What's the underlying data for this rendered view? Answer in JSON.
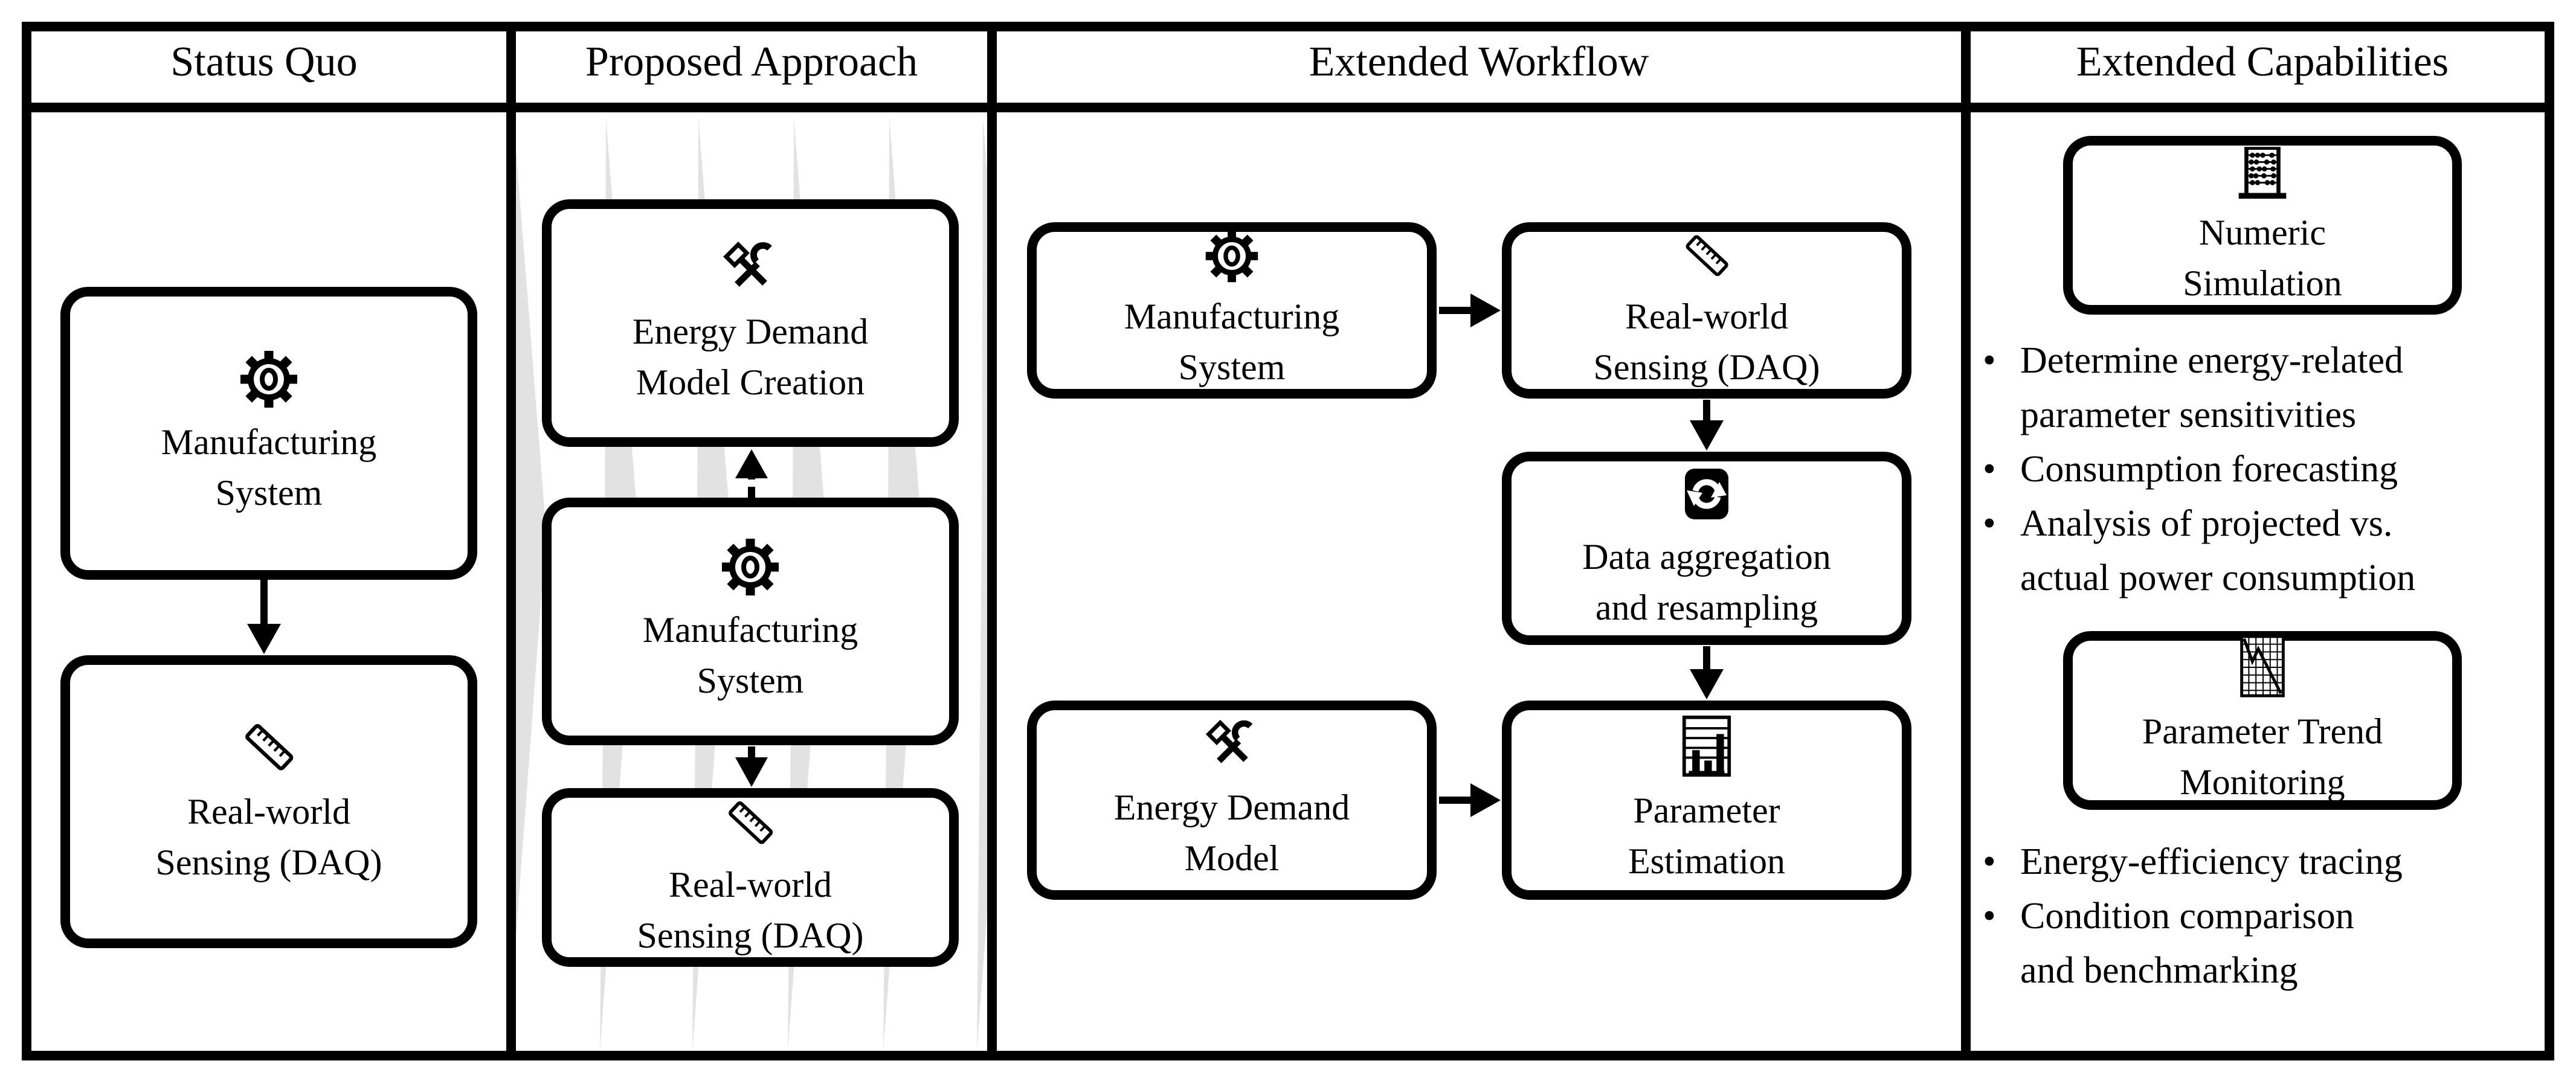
{
  "figure_title": "Energy demand modeling workflow diagram",
  "bullet_glyph": "•",
  "colors": {
    "ink": "#000000",
    "wedge": "#e2e2e2",
    "background": "#ffffff"
  },
  "headers": {
    "status_quo": "Status Quo",
    "proposed_approach": "Proposed Approach",
    "extended_workflow": "Extended Workflow",
    "extended_capabilities": "Extended Capabilities"
  },
  "boxes": {
    "sq_manufacturing": {
      "icon": "gear-icon",
      "line1": "Manufacturing",
      "line2": "System"
    },
    "sq_sensing": {
      "icon": "ruler-icon",
      "line1": "Real-world",
      "line2": "Sensing (DAQ)"
    },
    "pa_model_creation": {
      "icon": "tools-icon",
      "line1": "Energy Demand",
      "line2": "Model Creation"
    },
    "pa_manufacturing": {
      "icon": "gear-icon",
      "line1": "Manufacturing",
      "line2": "System"
    },
    "pa_sensing": {
      "icon": "ruler-icon",
      "line1": "Real-world",
      "line2": "Sensing (DAQ)"
    },
    "ew_manufacturing": {
      "icon": "gear-icon",
      "line1": "Manufacturing",
      "line2": "System"
    },
    "ew_sensing": {
      "icon": "ruler-icon",
      "line1": "Real-world",
      "line2": "Sensing (DAQ)"
    },
    "ew_aggregation": {
      "icon": "sync-icon",
      "line1": "Data aggregation",
      "line2": "and resampling"
    },
    "ew_model": {
      "icon": "tools-icon",
      "line1": "Energy Demand",
      "line2": "Model"
    },
    "ew_estimation": {
      "icon": "bar-chart-doc-icon",
      "line1": "Parameter",
      "line2": "Estimation"
    },
    "ec_simulation": {
      "icon": "abacus-icon",
      "line1": "Numeric",
      "line2": "Simulation"
    },
    "ec_monitoring": {
      "icon": "trend-grid-icon",
      "line1": "Parameter Trend",
      "line2": "Monitoring"
    }
  },
  "capabilities": {
    "numeric_simulation_points": [
      {
        "line1": "Determine energy-related",
        "line2": "parameter sensitivities"
      },
      {
        "line1": "Consumption forecasting"
      },
      {
        "line1": "Analysis of projected vs.",
        "line2": "actual power consumption"
      }
    ],
    "trend_monitoring_points": [
      {
        "line1": "Energy-efficiency tracing"
      },
      {
        "line1": "Condition comparison",
        "line2": "and benchmarking"
      }
    ]
  }
}
